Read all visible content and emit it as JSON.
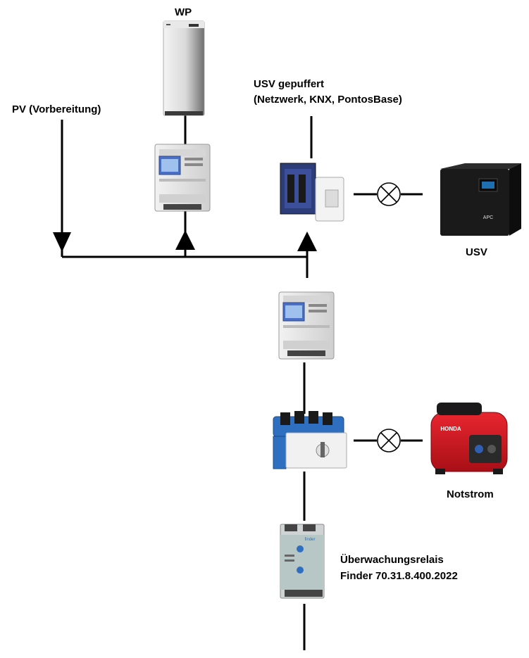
{
  "labels": {
    "wp": "WP",
    "pv": "PV (Vorbereitung)",
    "usv_gepuffert_line1": "USV gepuffert",
    "usv_gepuffert_line2": "(Netzwerk, KNX, PontosBase)",
    "usv": "USV",
    "notstrom": "Notstrom",
    "relais_line1": "Überwachungsrelais",
    "relais_line2": "Finder 70.31.8.400.2022"
  },
  "device_brands": {
    "usv_unit": "APC",
    "generator": "HONDA",
    "relay": "finder"
  },
  "colors": {
    "line": "#000000",
    "meter_body": "#e8e8e8",
    "meter_display": "#4a6fc4",
    "ups_body": "#1a1a1a",
    "generator_red": "#d0151f",
    "switch_blue": "#2f6fc0",
    "relay_green": "#7aa6a0"
  },
  "icons": [
    "heat-pump-icon",
    "energy-meter-icon",
    "breaker-icon",
    "ups-icon",
    "generator-icon",
    "transfer-switch-icon",
    "monitoring-relay-icon",
    "lamp-cross-icon",
    "arrow-up-icon",
    "arrow-down-icon"
  ]
}
